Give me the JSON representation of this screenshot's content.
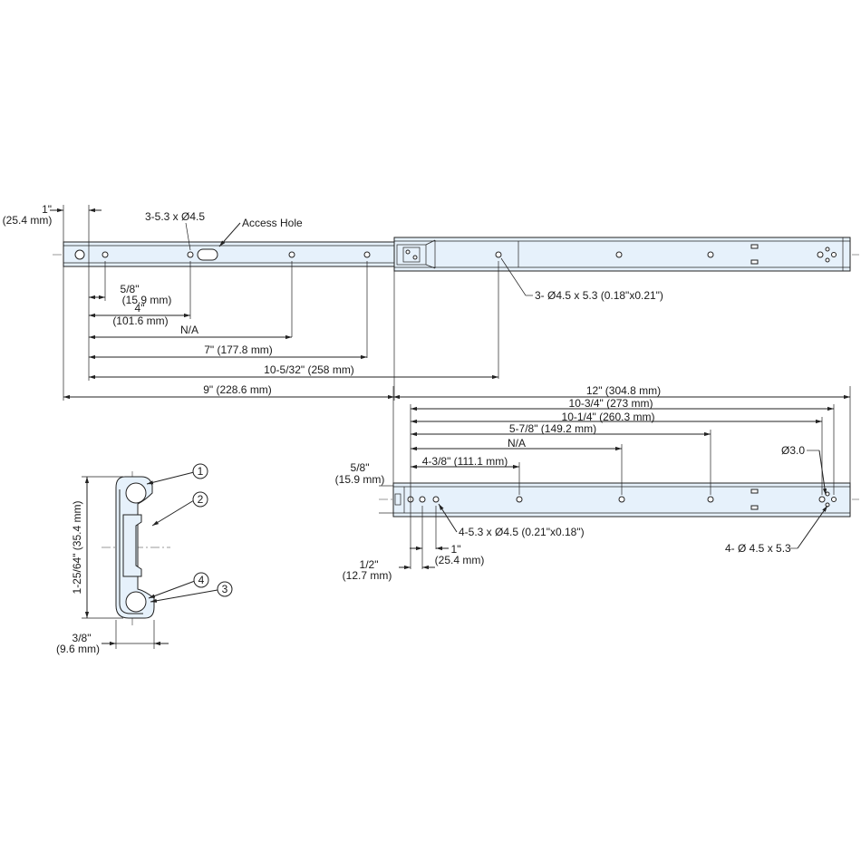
{
  "accent_fill": "#e6f1fb",
  "line_color": "#222222",
  "top_rail": {
    "dim_left_inch": "1\"",
    "dim_left_mm": "(25.4 mm)",
    "hole_note": "3-5.3 x Ø4.5",
    "access_hole": "Access Hole",
    "right_hole_note": "3- Ø4.5 x 5.3 (0.18\"x0.21\")",
    "d1_inch": "5/8\"",
    "d1_mm": "(15.9 mm)",
    "d2_inch": "4\"",
    "d2_mm": "(101.6 mm)",
    "d3": "N/A",
    "d4": "7\" (177.8 mm)",
    "d5": "10-5/32\" (258 mm)",
    "d6": "9\" (228.6 mm)"
  },
  "bottom_rail": {
    "d1": "12\" (304.8 mm)",
    "d2": "10-3/4\" (273 mm)",
    "d3": "10-1/4\" (260.3 mm)",
    "d4": "5-7/8\" (149.2 mm)",
    "d5": "N/A",
    "d6": "4-3/8\" (111.1 mm)",
    "phi3": "Ø3.0",
    "left_inch": "5/8\"",
    "left_mm": "(15.9 mm)",
    "hole_note": "4-5.3 x Ø4.5 (0.21\"x0.18\")",
    "right_hole_note": "4- Ø 4.5 x 5.3",
    "pitch_inch": "1\"",
    "pitch_mm": "(25.4 mm)",
    "half_inch": "1/2\"",
    "half_mm": "(12.7 mm)"
  },
  "cross_section": {
    "height": "1-25/64\" (35.4 mm)",
    "width_inch": "3/8\"",
    "width_mm": "(9.6 mm)",
    "callouts": [
      "1",
      "2",
      "4",
      "3"
    ]
  }
}
